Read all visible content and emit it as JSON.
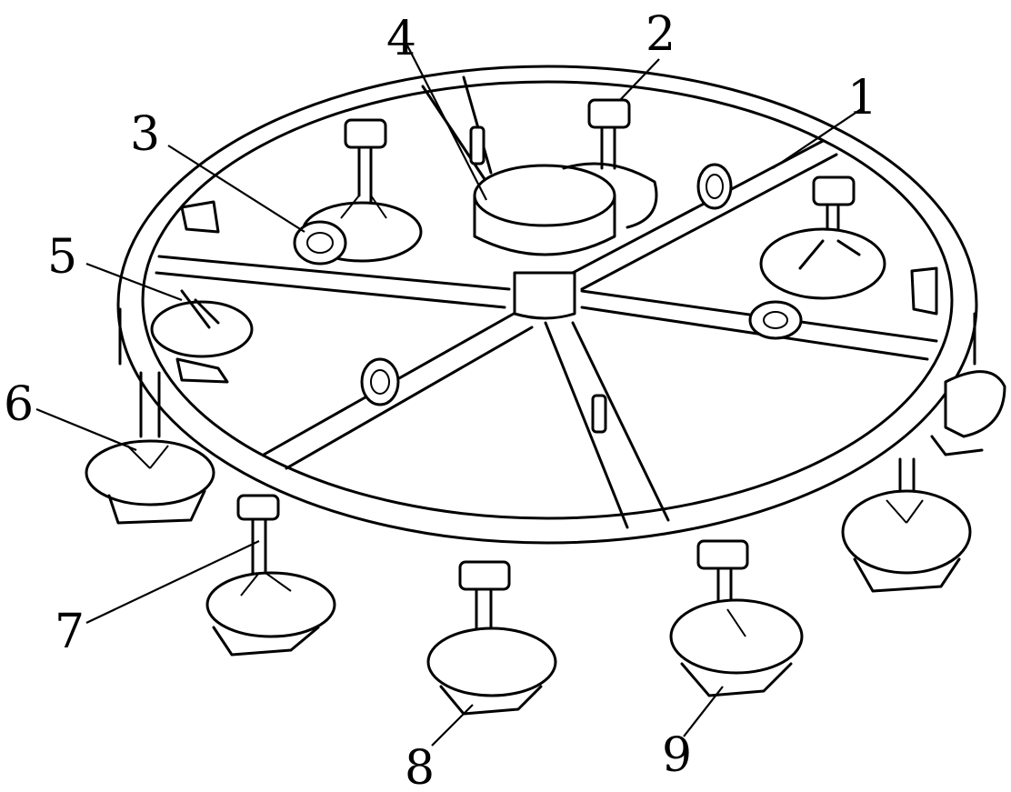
{
  "figure": {
    "labels": [
      {
        "id": "label-1",
        "text": "1"
      },
      {
        "id": "label-2",
        "text": "2"
      },
      {
        "id": "label-3",
        "text": "3"
      },
      {
        "id": "label-4",
        "text": "4"
      },
      {
        "id": "label-5",
        "text": "5"
      },
      {
        "id": "label-6",
        "text": "6"
      },
      {
        "id": "label-7",
        "text": "7"
      },
      {
        "id": "label-8",
        "text": "8"
      },
      {
        "id": "label-9",
        "text": "9"
      }
    ]
  }
}
